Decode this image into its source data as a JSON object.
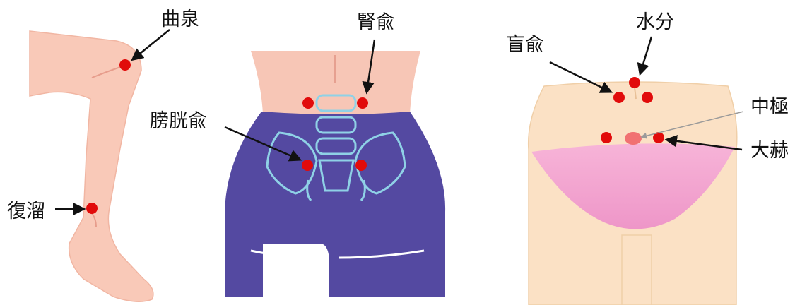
{
  "labels": {
    "kyokusen": "曲泉",
    "fukuryu": "復溜",
    "jinyu": "腎兪",
    "bokoyu": "膀胱兪",
    "koyu": "盲兪",
    "suibun": "水分",
    "chukyoku": "中極",
    "dainaku": "大赫"
  },
  "colors": {
    "skin_leg": "#f9c9b8",
    "skin_back": "#f7c6b6",
    "skin_front": "#fbe1c5",
    "pants": "#5449a1",
    "underwear": "#f0a2cf",
    "spine_outline": "#8fd1e6",
    "acupoint": "#e10b0b",
    "arrow": "#111111",
    "thin_arrow": "#9a9a9a"
  }
}
